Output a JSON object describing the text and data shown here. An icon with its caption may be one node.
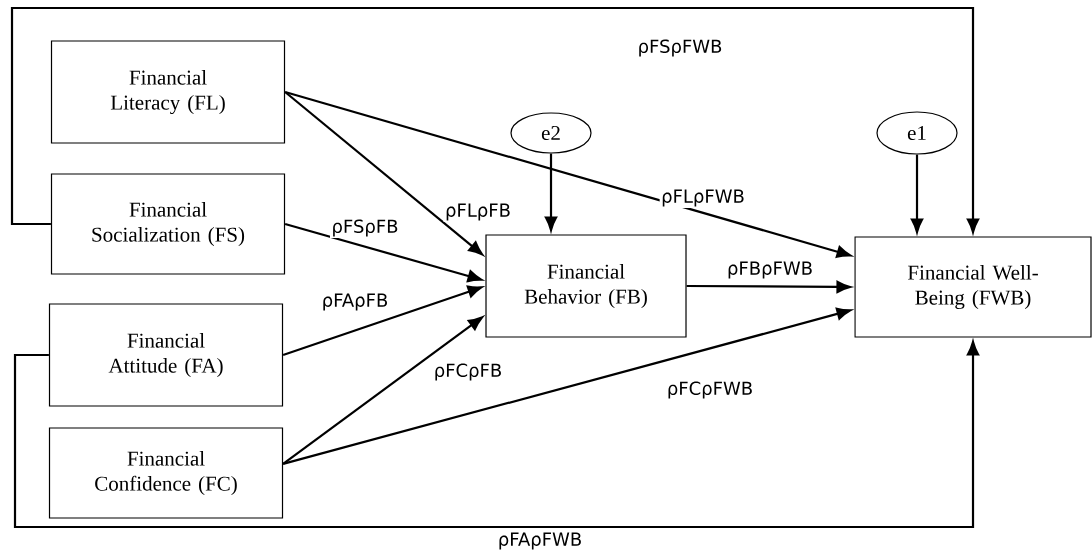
{
  "diagram": {
    "nodes": [
      {
        "text": [
          "Financial Literacy (FL)"
        ]
      },
      {
        "text": [
          "Financial Socialization (FS)"
        ]
      },
      {
        "text": [
          "Financial Attitude (FA)"
        ]
      },
      {
        "text": [
          "Financial Confidence (FC)"
        ]
      },
      {
        "text": [
          "e2"
        ]
      },
      {
        "text": [
          "e1"
        ]
      },
      {
        "text": [
          "Financial Behavior (FB)"
        ]
      },
      {
        "text": [
          "Financial Well-Being (FWB)"
        ]
      }
    ],
    "edges": [
      {
        "from": 0,
        "to": 6,
        "arrow": "to",
        "label": "ρFLρFB"
      },
      {
        "from": 1,
        "to": 6,
        "arrow": "to",
        "label": "ρFSρFB"
      },
      {
        "from": 2,
        "to": 6,
        "arrow": "to",
        "label": "ρFAρFB"
      },
      {
        "from": 3,
        "to": 6,
        "arrow": "to",
        "label": "ρFCρFB"
      },
      {
        "from": 0,
        "to": 7,
        "arrow": "to",
        "label": "ρFLρFWB"
      },
      {
        "from": 1,
        "to": 7,
        "arrow": "to",
        "label": "ρFSρFWB"
      },
      {
        "from": 3,
        "to": 7,
        "arrow": "to",
        "label": "ρFCρFWB"
      },
      {
        "from": 2,
        "to": 7,
        "arrow": "to",
        "label": "ρFAρFWB"
      },
      {
        "from": 6,
        "to": 7,
        "arrow": "to",
        "label": "ρFBρFWB"
      },
      {
        "from": 4,
        "to": 6,
        "arrow": "to"
      },
      {
        "from": 5,
        "to": 7,
        "arrow": "to"
      }
    ]
  }
}
